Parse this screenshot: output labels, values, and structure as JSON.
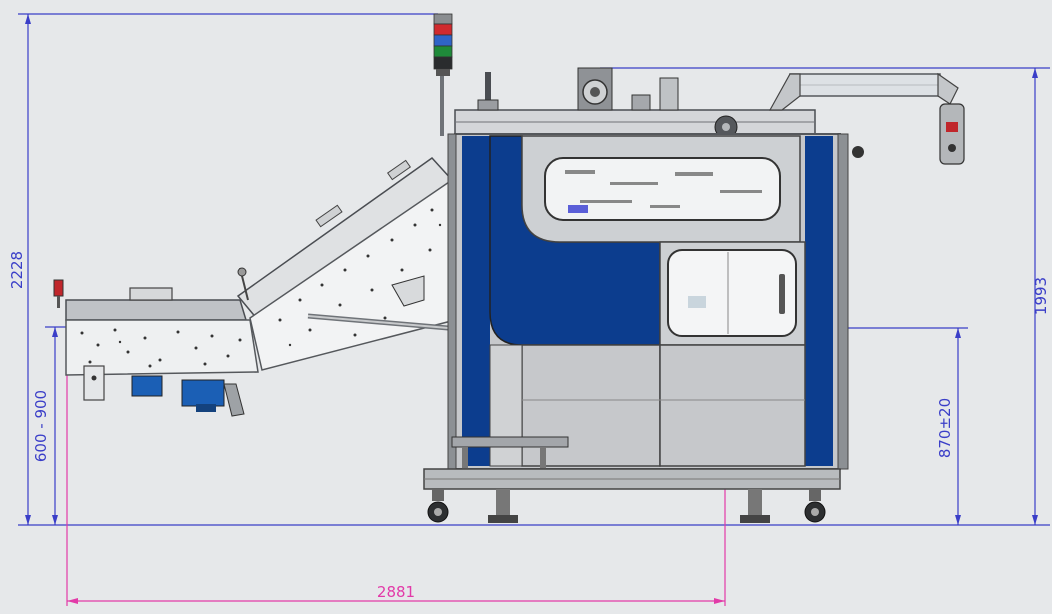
{
  "dimensions": {
    "overall_height": "2228",
    "hopper_height_range": "600 - 900",
    "machine_height": "1993",
    "outlet_height": "870±20",
    "overall_length": "2881"
  },
  "colors": {
    "background": "#e6e8ea",
    "dimension_blue": "#3a3ec8",
    "dimension_magenta": "#e23aa8",
    "panel_blue": "#0c3d8e",
    "frame_grey": "#6f7378",
    "panel_grey": "#c6c8cb"
  },
  "signal_tower": [
    "grey",
    "red",
    "blue",
    "green",
    "black"
  ]
}
